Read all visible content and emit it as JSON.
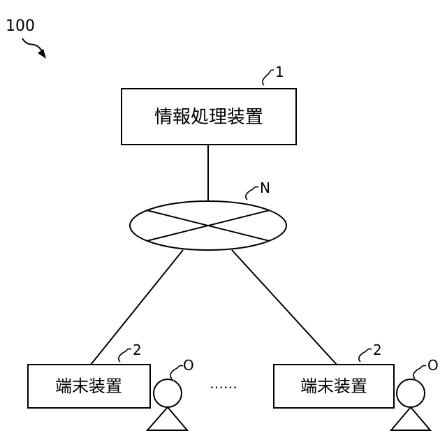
{
  "figure": {
    "system_ref": "100",
    "server": {
      "label": "情報処理装置",
      "ref": "1"
    },
    "network": {
      "ref": "N"
    },
    "terminals": [
      {
        "label": "端末装置",
        "ref": "2",
        "user_ref": "O"
      },
      {
        "label": "端末装置",
        "ref": "2",
        "user_ref": "O"
      }
    ],
    "ellipsis": "……"
  },
  "colors": {
    "stroke": "#000000",
    "fill": "#ffffff"
  },
  "icons": [
    "system-pointer-arrow",
    "user-person-icon",
    "network-cloud-icon"
  ]
}
